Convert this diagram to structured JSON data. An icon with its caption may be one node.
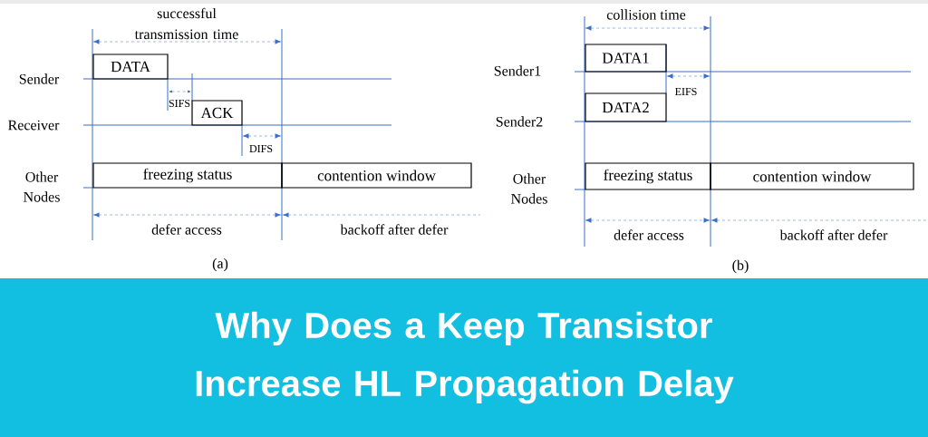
{
  "diagram": {
    "title": "Why Does a Keep Transistor Increase HL Propagation Delay",
    "nodes": [
      {
        "text": [
          "DATA"
        ]
      },
      {
        "text": [
          "ACK"
        ]
      },
      {
        "text": [
          "freezing status"
        ]
      },
      {
        "text": [
          "contention window"
        ]
      },
      {
        "text": [
          "DATA1"
        ]
      },
      {
        "text": [
          "DATA2"
        ]
      },
      {
        "text": [
          "freezing status"
        ]
      },
      {
        "text": [
          "contention window"
        ]
      }
    ],
    "labels": [
      "successful transmission time",
      "Sender",
      "SIFS",
      "Receiver",
      "DIFS",
      "Other Nodes",
      "defer access",
      "backoff after defer",
      "(a)",
      "collision time",
      "Sender1",
      "EIFS",
      "Sender2",
      "Other Nodes",
      "defer access",
      "backoff after defer",
      "(b)"
    ]
  }
}
